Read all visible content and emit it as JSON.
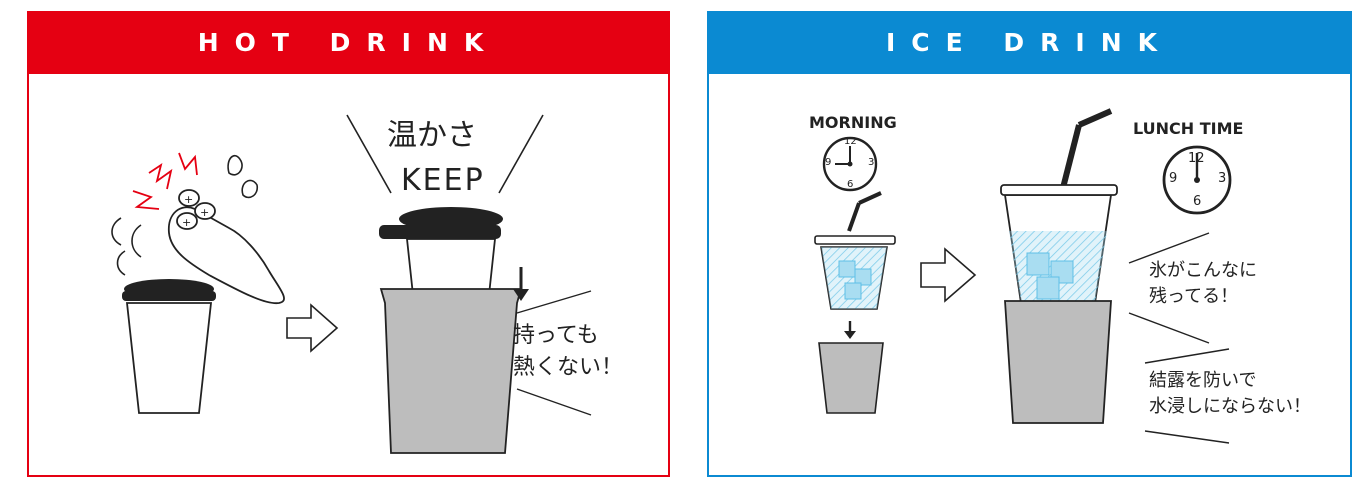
{
  "hot": {
    "title": "HOT DRINK",
    "keep_line1": "温かさ",
    "keep_line2": "KEEP",
    "hold_line1": "持っても",
    "hold_line2": "熱くない！"
  },
  "ice": {
    "title": "ICE DRINK",
    "morning": "MORNING",
    "lunch": "LUNCH TIME",
    "ice_line1": "氷がこんなに",
    "ice_line2": "残ってる！",
    "cond_line1": "結露を防いで",
    "cond_line2": "水浸しにならない！",
    "clock_numbers": [
      "12",
      "3",
      "6",
      "9"
    ]
  },
  "colors": {
    "hot_red": "#e50012",
    "ice_blue": "#0b8ad2",
    "sleeve_gray": "#bdbdbd",
    "water_cyan": "#a9ddf1"
  }
}
